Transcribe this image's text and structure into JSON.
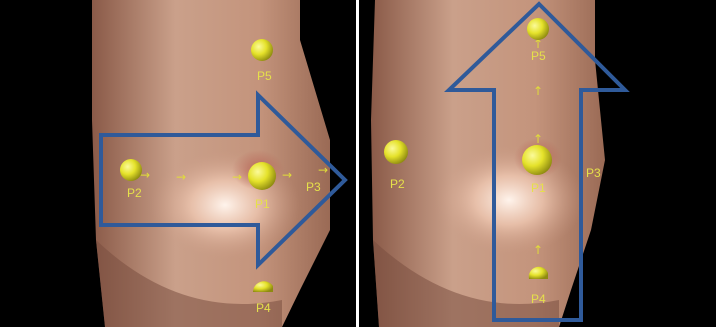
{
  "colors": {
    "background": "#000000",
    "skin": "#c99a84",
    "marker": "#e7e52a",
    "label": "#e5e04a",
    "arrow_outline": "#2f5a9a"
  },
  "left_panel": {
    "arrow_direction": "right",
    "labels": {
      "p1": "P1",
      "p2": "P2",
      "p3": "P3",
      "p4": "P4",
      "p5": "P5"
    }
  },
  "right_panel": {
    "arrow_direction": "up",
    "labels": {
      "p1": "P1",
      "p2": "P2",
      "p3": "P3",
      "p4": "P4",
      "p5": "P5"
    }
  }
}
